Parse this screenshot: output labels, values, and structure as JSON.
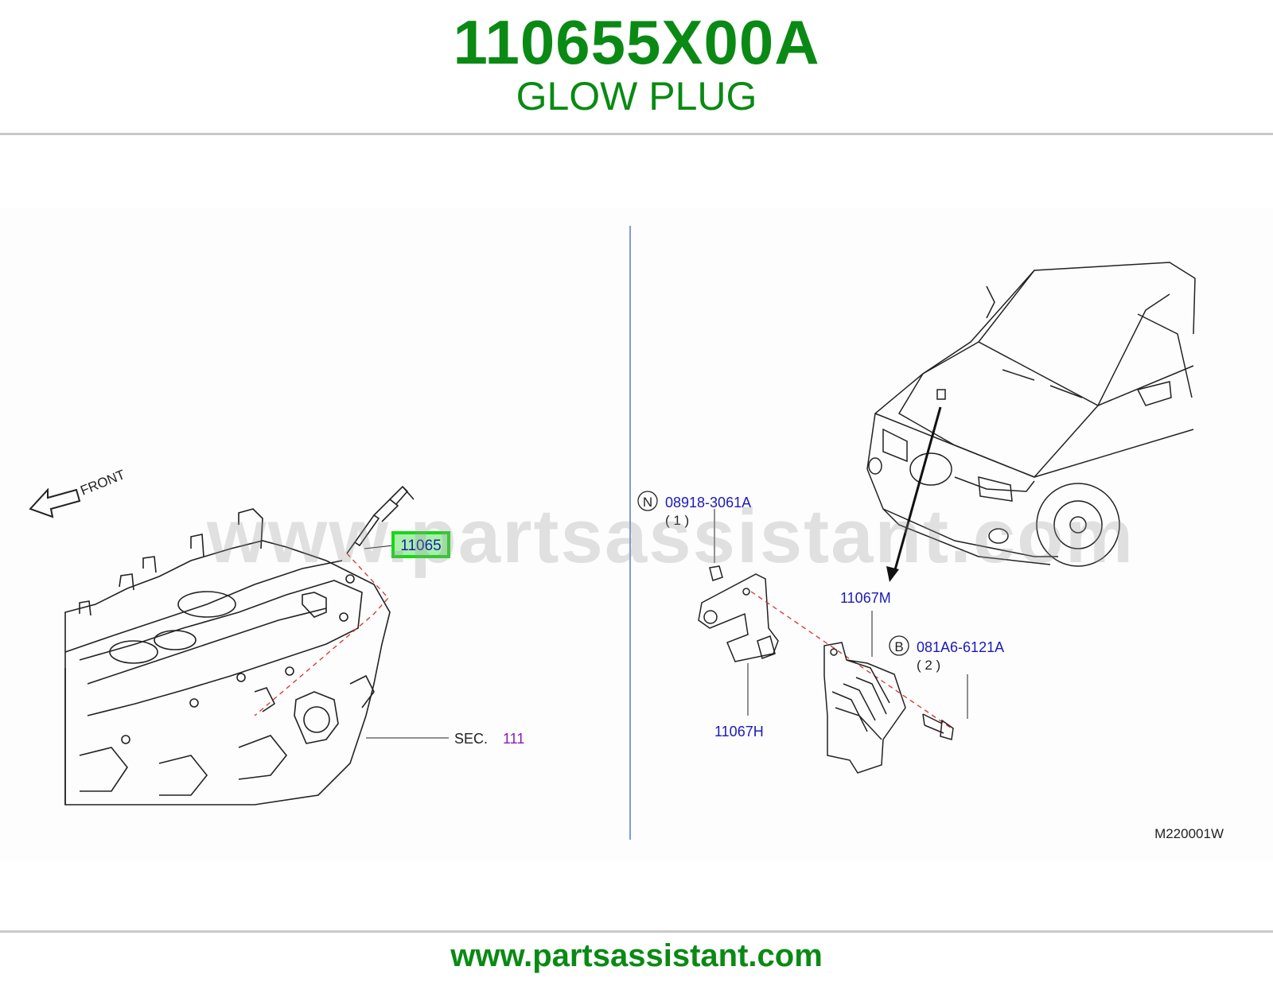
{
  "header": {
    "part_number": "110655X00A",
    "part_name": "GLOW PLUG"
  },
  "footer": {
    "url": "www.partsassistant.com"
  },
  "watermark": "www.partsassistant.com",
  "diagram": {
    "front_label": "FRONT",
    "glow_plug_ref": "11065",
    "sec_label": "SEC.",
    "sec_number": "111",
    "nut_symbol": "N",
    "nut_part": "08918-3061A",
    "nut_qty": "( 1 )",
    "bolt_symbol": "B",
    "bolt_part": "081A6-6121A",
    "bolt_qty": "( 2 )",
    "module_ref": "11067M",
    "bracket_ref": "11067H",
    "diagram_code": "M220001W"
  },
  "colors": {
    "brand_green": "#0a8a14",
    "callout_blue": "#1a1ab8",
    "highlight_green": "#19d619",
    "sec_purple": "#8a1ab8"
  }
}
